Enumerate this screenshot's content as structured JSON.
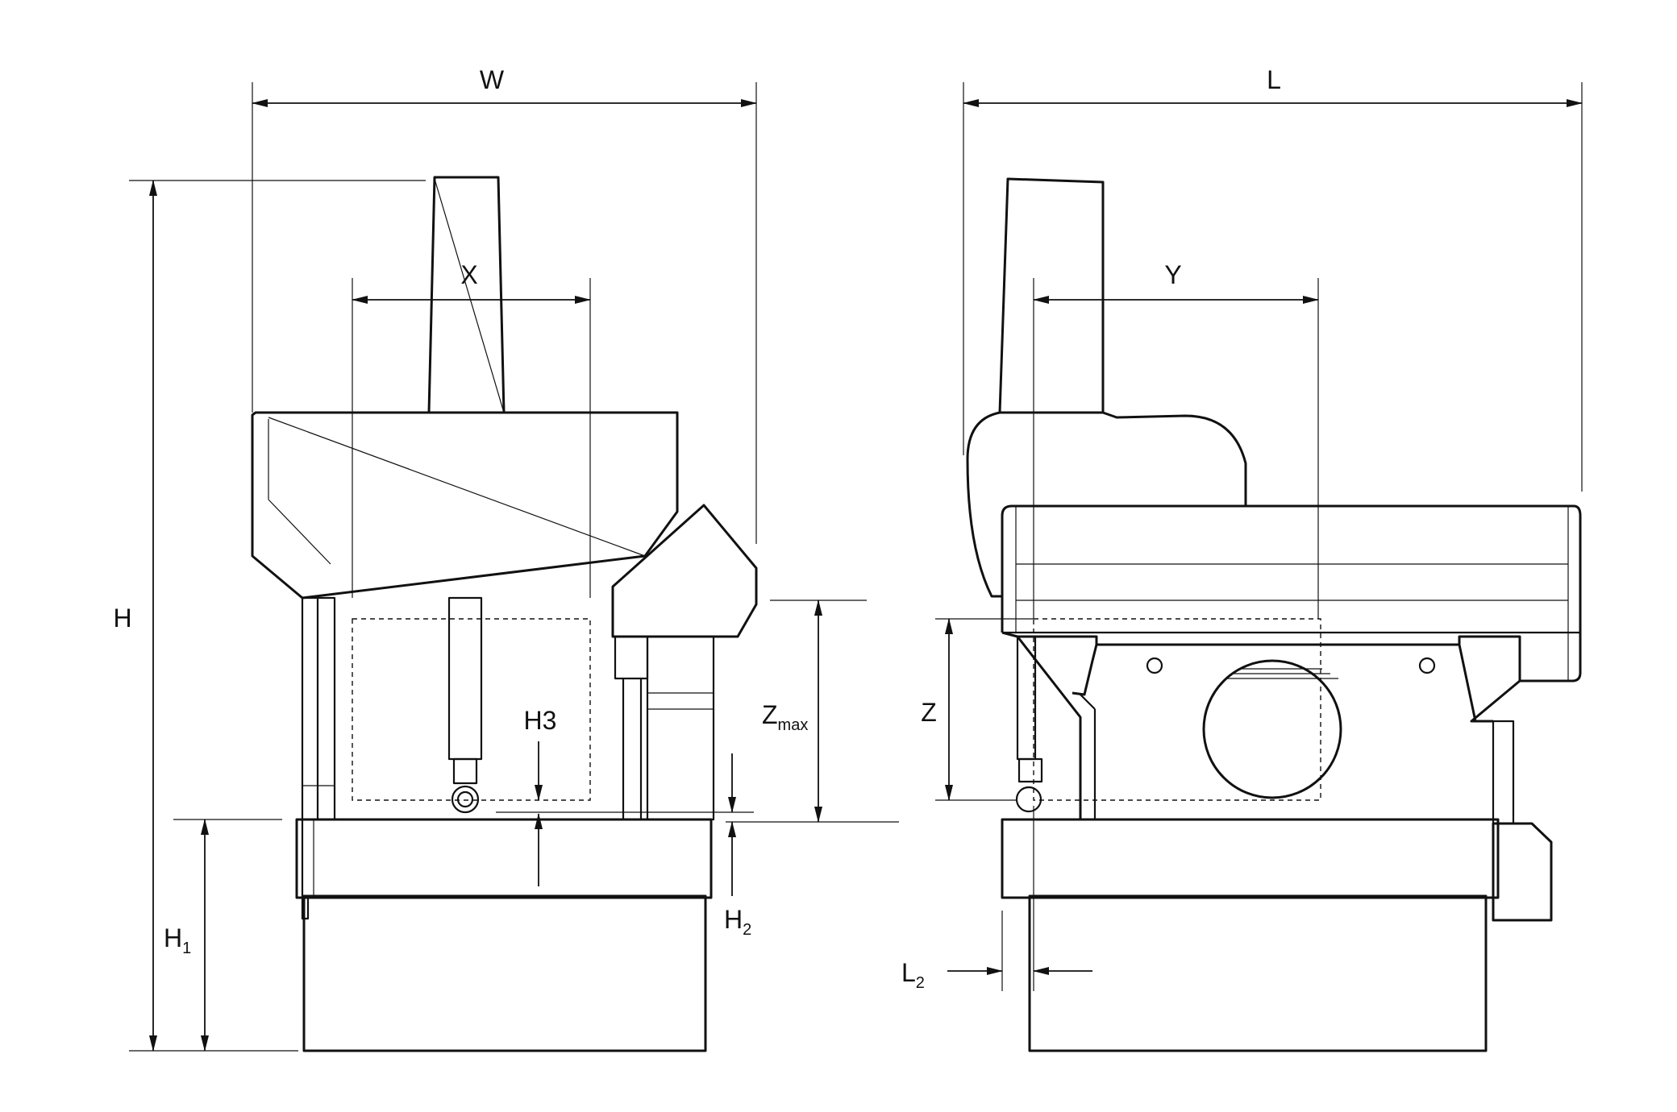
{
  "labels": {
    "W": "W",
    "L": "L",
    "H": "H",
    "X": "X",
    "Y": "Y",
    "Z": "Z",
    "Zmax_main": "Z",
    "Zmax_sub": "max",
    "H1_main": "H",
    "H1_sub": "1",
    "H2_main": "H",
    "H2_sub": "2",
    "H3": "H3",
    "L2_main": "L",
    "L2_sub": "2"
  }
}
